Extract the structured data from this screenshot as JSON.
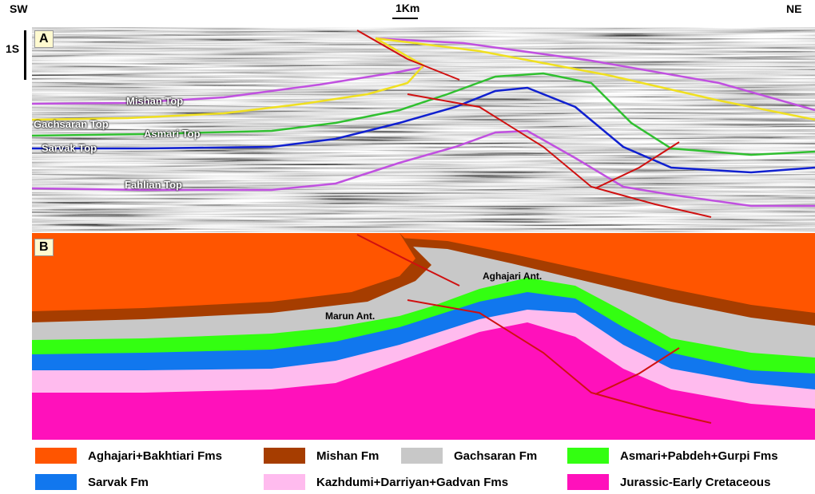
{
  "header": {
    "left": "SW",
    "right": "NE",
    "scale": "1Km",
    "time_scale": "1S"
  },
  "panel_a": {
    "letter": "A",
    "horizons": [
      {
        "label": "Mishan Top",
        "color": "#c050e0"
      },
      {
        "label": "Gachsaran Top",
        "color": "#f0e020"
      },
      {
        "label": "Asmari Top",
        "color": "#30c030"
      },
      {
        "label": "Sarvak Top",
        "color": "#1020d0"
      },
      {
        "label": "Fahlian Top",
        "color": "#c050e0"
      }
    ],
    "fault_color": "#d01010"
  },
  "panel_b": {
    "letter": "B",
    "labels": {
      "marun": "Marun Ant.",
      "aghajari": "Aghajari Ant."
    }
  },
  "legend": [
    {
      "label": "Aghajari+Bakhtiari Fms",
      "color": "#ff5500"
    },
    {
      "label": "Mishan Fm",
      "color": "#a63d00"
    },
    {
      "label": "Gachsaran Fm",
      "color": "#c8c8c8"
    },
    {
      "label": "Asmari+Pabdeh+Gurpi Fms",
      "color": "#33ff11"
    },
    {
      "label": "Sarvak Fm",
      "color": "#1177ee"
    },
    {
      "label": "Kazhdumi+Darriyan+Gadvan Fms",
      "color": "#ffbbee"
    },
    {
      "label": "Jurassic-Early Cretaceous",
      "color": "#ff11bb"
    }
  ]
}
